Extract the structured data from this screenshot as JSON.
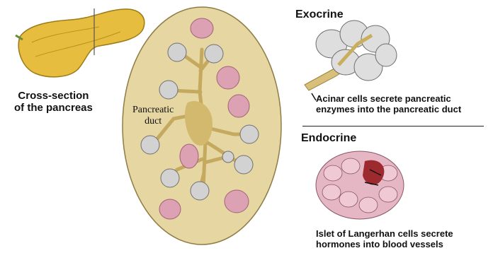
{
  "labels": {
    "cross_section": [
      "Cross-section",
      "of the pancreas"
    ],
    "duct": [
      "Pancreatic",
      "duct"
    ],
    "exocrine_title": "Exocrine",
    "exocrine_desc": [
      "Acinar cells secrete pancreatic",
      "enzymes into the pancreatic duct"
    ],
    "endocrine_title": "Endocrine",
    "endocrine_desc": [
      "Islet of Langerhan cells secrete",
      "hormones into blood vessels"
    ]
  },
  "colors": {
    "pancreas_yellow": "#e8c24a",
    "tissue_tan": "#e4d3a0",
    "duct_tan": "#c9b06a",
    "islet_pink": "#d9a0b0",
    "acinar_gray": "#c8c8c8",
    "blood_red": "#9a2a2a"
  }
}
